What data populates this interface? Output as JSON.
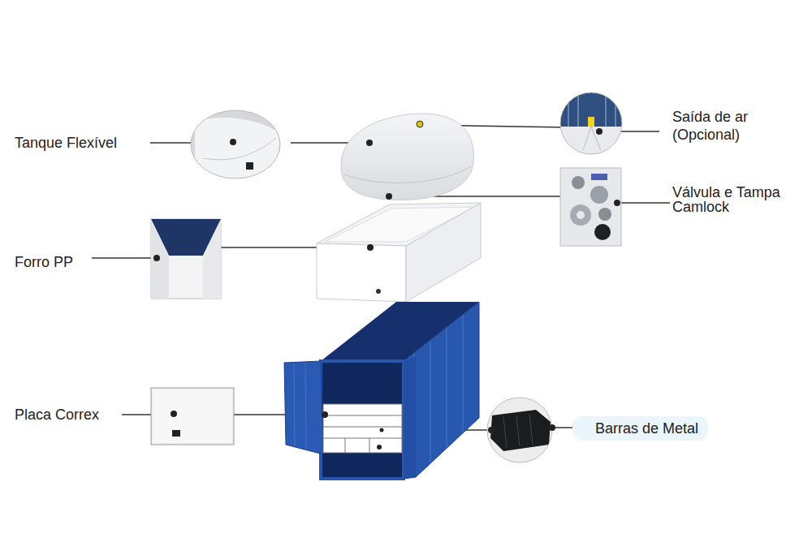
{
  "diagram": {
    "nodes": [
      {
        "text": [
          "Barras de Metal"
        ]
      }
    ],
    "labels": [
      "Tanque Flexível",
      "Saída de ar (Opcional)",
      "Válvula e Tampa Camlock",
      "Forro PP",
      "Placa Correx"
    ]
  }
}
